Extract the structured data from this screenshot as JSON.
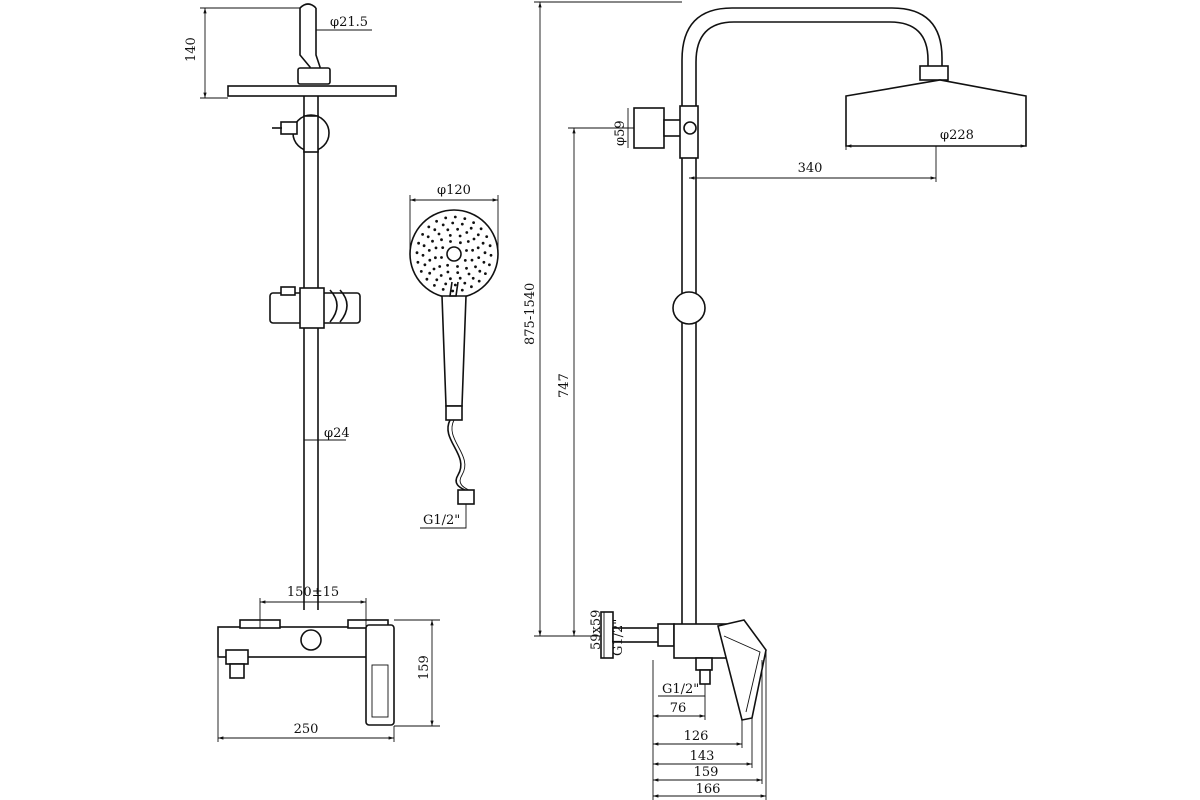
{
  "front_view": {
    "pipe_diameter_top": "φ21.5",
    "top_height": "140",
    "rail_diameter": "φ24",
    "inlet_spacing": "150±15",
    "mixer_height": "159",
    "mixer_width": "250"
  },
  "hand_shower": {
    "head_diameter": "φ120",
    "hose_thread": "G1/2\""
  },
  "side_view": {
    "total_height_range": "875-1540",
    "rail_height": "747",
    "holder_diameter": "φ59",
    "overhead_diameter": "φ228",
    "arm_reach": "340",
    "flange_size": "59x59",
    "wall_thread": "G1/2\"",
    "outlet_thread": "G1/2\"",
    "dim_76": "76",
    "dim_126": "126",
    "dim_143": "143",
    "dim_159": "159",
    "dim_166": "166"
  }
}
